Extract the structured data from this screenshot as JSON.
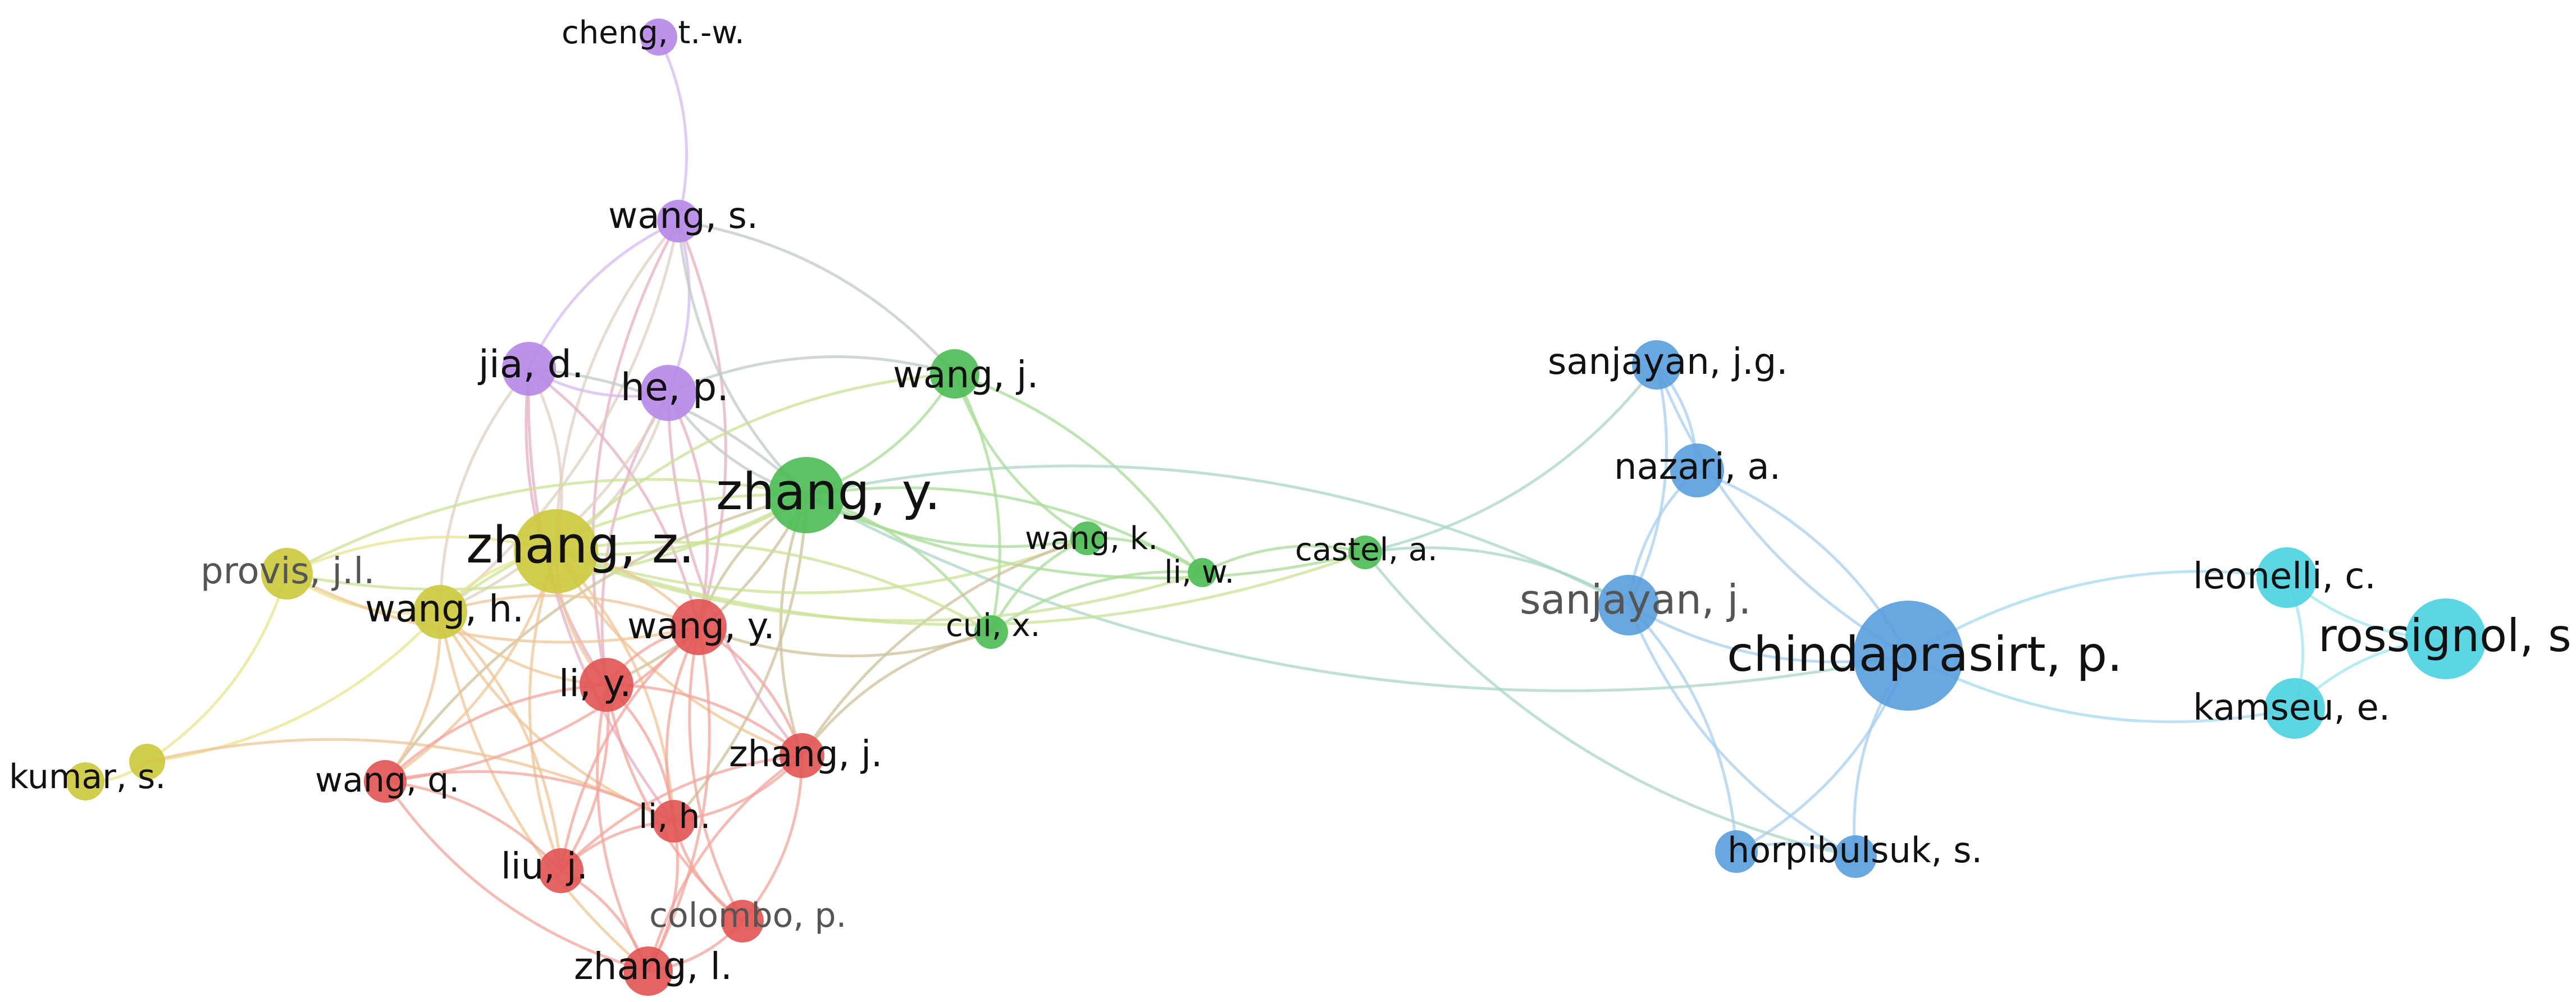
{
  "clusters": {
    "purple": "#b68ae6",
    "green": "#4fbd57",
    "yellow": "#cdc93f",
    "red": "#e25656",
    "blue": "#5b9fdc",
    "cyan": "#4fd3e1"
  },
  "edge_colors": {
    "purple": "#d7b9f0",
    "green": "#a8dc97",
    "yellow": "#e9e68f",
    "red": "#f2a49c",
    "blue": "#a9cfee",
    "cyan": "#9fe5ee"
  },
  "nodes": [
    {
      "id": "cheng_tw",
      "label": "cheng, t.-w.",
      "cluster": "purple"
    },
    {
      "id": "wang_s",
      "label": "wang, s.",
      "cluster": "purple"
    },
    {
      "id": "jia_d",
      "label": "jia, d.",
      "cluster": "purple"
    },
    {
      "id": "he_p",
      "label": "he, p.",
      "cluster": "purple"
    },
    {
      "id": "wang_j",
      "label": "wang, j.",
      "cluster": "green"
    },
    {
      "id": "zhang_y",
      "label": "zhang, y.",
      "cluster": "green"
    },
    {
      "id": "wang_k",
      "label": "wang, k.",
      "cluster": "green"
    },
    {
      "id": "li_w",
      "label": "li, w.",
      "cluster": "green"
    },
    {
      "id": "cui_x",
      "label": "cui, x.",
      "cluster": "green"
    },
    {
      "id": "castel_a",
      "label": "castel, a.",
      "cluster": "green"
    },
    {
      "id": "zhang_z",
      "label": "zhang, z.",
      "cluster": "yellow"
    },
    {
      "id": "provis_jl",
      "label": "provis, j.l.",
      "cluster": "yellow",
      "faint": true
    },
    {
      "id": "wang_h",
      "label": "wang, h.",
      "cluster": "yellow"
    },
    {
      "id": "kumar_s",
      "label": "kumar, s.",
      "cluster": "yellow"
    },
    {
      "id": "kumar_s2",
      "label": "",
      "cluster": "yellow"
    },
    {
      "id": "wang_y",
      "label": "wang, y.",
      "cluster": "red"
    },
    {
      "id": "li_y",
      "label": "li, y.",
      "cluster": "red"
    },
    {
      "id": "zhang_j",
      "label": "zhang, j.",
      "cluster": "red"
    },
    {
      "id": "wang_q",
      "label": "wang, q.",
      "cluster": "red"
    },
    {
      "id": "li_h",
      "label": "li, h.",
      "cluster": "red"
    },
    {
      "id": "liu_j",
      "label": "liu, j.",
      "cluster": "red"
    },
    {
      "id": "colombo_p",
      "label": "colombo, p.",
      "cluster": "red",
      "faint": true
    },
    {
      "id": "zhang_l",
      "label": "zhang, l.",
      "cluster": "red"
    },
    {
      "id": "sanjayan_jg",
      "label": "sanjayan, j.g.",
      "cluster": "blue"
    },
    {
      "id": "nazari_a",
      "label": "nazari, a.",
      "cluster": "blue"
    },
    {
      "id": "sanjayan_j",
      "label": "sanjayan, j.",
      "cluster": "blue",
      "faint": true
    },
    {
      "id": "chindaprasirt_p",
      "label": "chindaprasirt, p.",
      "cluster": "blue"
    },
    {
      "id": "horpibulsuk_s",
      "label": "horpibulsuk, s.",
      "cluster": "blue"
    },
    {
      "id": "horpibulsuk_s2",
      "label": "",
      "cluster": "blue"
    },
    {
      "id": "leonelli_c",
      "label": "leonelli, c.",
      "cluster": "cyan"
    },
    {
      "id": "rossignol_s",
      "label": "rossignol, s.",
      "cluster": "cyan"
    },
    {
      "id": "kamseu_e",
      "label": "kamseu, e.",
      "cluster": "cyan"
    }
  ],
  "edges": [
    [
      "cheng_tw",
      "wang_s"
    ],
    [
      "wang_s",
      "jia_d"
    ],
    [
      "wang_s",
      "he_p"
    ],
    [
      "wang_s",
      "zhang_z"
    ],
    [
      "wang_s",
      "wang_y"
    ],
    [
      "wang_s",
      "zhang_y"
    ],
    [
      "wang_s",
      "wang_j"
    ],
    [
      "wang_s",
      "li_y"
    ],
    [
      "wang_s",
      "wang_h"
    ],
    [
      "jia_d",
      "he_p"
    ],
    [
      "jia_d",
      "zhang_z"
    ],
    [
      "jia_d",
      "wang_h"
    ],
    [
      "jia_d",
      "wang_y"
    ],
    [
      "jia_d",
      "li_y"
    ],
    [
      "jia_d",
      "zhang_y"
    ],
    [
      "jia_d",
      "li_h"
    ],
    [
      "he_p",
      "zhang_z"
    ],
    [
      "he_p",
      "zhang_y"
    ],
    [
      "he_p",
      "wang_y"
    ],
    [
      "he_p",
      "li_y"
    ],
    [
      "he_p",
      "wang_h"
    ],
    [
      "he_p",
      "zhang_j"
    ],
    [
      "wang_j",
      "zhang_y"
    ],
    [
      "wang_j",
      "wang_k"
    ],
    [
      "wang_j",
      "li_w"
    ],
    [
      "wang_j",
      "zhang_z"
    ],
    [
      "wang_j",
      "cui_x"
    ],
    [
      "wang_j",
      "he_p"
    ],
    [
      "zhang_y",
      "zhang_z"
    ],
    [
      "zhang_y",
      "wang_k"
    ],
    [
      "zhang_y",
      "li_w"
    ],
    [
      "zhang_y",
      "castel_a"
    ],
    [
      "zhang_y",
      "cui_x"
    ],
    [
      "zhang_y",
      "wang_y"
    ],
    [
      "zhang_y",
      "li_y"
    ],
    [
      "zhang_y",
      "zhang_j"
    ],
    [
      "zhang_y",
      "li_h"
    ],
    [
      "zhang_y",
      "wang_h"
    ],
    [
      "zhang_y",
      "provis_jl"
    ],
    [
      "zhang_y",
      "wang_q"
    ],
    [
      "zhang_y",
      "sanjayan_j"
    ],
    [
      "zhang_y",
      "chindaprasirt_p"
    ],
    [
      "wang_k",
      "li_w"
    ],
    [
      "wang_k",
      "cui_x"
    ],
    [
      "wang_k",
      "zhang_z"
    ],
    [
      "wang_k",
      "zhang_j"
    ],
    [
      "li_w",
      "castel_a"
    ],
    [
      "li_w",
      "cui_x"
    ],
    [
      "li_w",
      "zhang_z"
    ],
    [
      "castel_a",
      "sanjayan_jg"
    ],
    [
      "castel_a",
      "sanjayan_j"
    ],
    [
      "castel_a",
      "horpibulsuk_s2"
    ],
    [
      "castel_a",
      "zhang_z"
    ],
    [
      "cui_x",
      "zhang_z"
    ],
    [
      "cui_x",
      "wang_y"
    ],
    [
      "cui_x",
      "zhang_j"
    ],
    [
      "provis_jl",
      "zhang_z"
    ],
    [
      "provis_jl",
      "wang_h"
    ],
    [
      "provis_jl",
      "kumar_s2"
    ],
    [
      "provis_jl",
      "wang_y"
    ],
    [
      "provis_jl",
      "zhang_y"
    ],
    [
      "zhang_z",
      "wang_h"
    ],
    [
      "zhang_z",
      "wang_y"
    ],
    [
      "zhang_z",
      "li_y"
    ],
    [
      "zhang_z",
      "wang_q"
    ],
    [
      "zhang_z",
      "zhang_j"
    ],
    [
      "zhang_z",
      "li_h"
    ],
    [
      "zhang_z",
      "liu_j"
    ],
    [
      "wang_h",
      "wang_y"
    ],
    [
      "wang_h",
      "li_y"
    ],
    [
      "wang_h",
      "wang_q"
    ],
    [
      "wang_h",
      "li_h"
    ],
    [
      "wang_h",
      "liu_j"
    ],
    [
      "wang_h",
      "zhang_l"
    ],
    [
      "wang_h",
      "kumar_s2"
    ],
    [
      "kumar_s",
      "kumar_s2"
    ],
    [
      "kumar_s2",
      "li_h"
    ],
    [
      "wang_y",
      "li_y"
    ],
    [
      "wang_y",
      "zhang_j"
    ],
    [
      "wang_y",
      "li_h"
    ],
    [
      "wang_y",
      "wang_q"
    ],
    [
      "wang_y",
      "liu_j"
    ],
    [
      "wang_y",
      "zhang_l"
    ],
    [
      "wang_y",
      "colombo_p"
    ],
    [
      "li_y",
      "li_h"
    ],
    [
      "li_y",
      "wang_q"
    ],
    [
      "li_y",
      "liu_j"
    ],
    [
      "li_y",
      "zhang_l"
    ],
    [
      "li_y",
      "zhang_j"
    ],
    [
      "li_y",
      "colombo_p"
    ],
    [
      "zhang_j",
      "li_h"
    ],
    [
      "zhang_j",
      "zhang_l"
    ],
    [
      "zhang_j",
      "colombo_p"
    ],
    [
      "zhang_j",
      "liu_j"
    ],
    [
      "wang_q",
      "liu_j"
    ],
    [
      "wang_q",
      "zhang_l"
    ],
    [
      "wang_q",
      "li_h"
    ],
    [
      "li_h",
      "liu_j"
    ],
    [
      "li_h",
      "zhang_l"
    ],
    [
      "li_h",
      "colombo_p"
    ],
    [
      "liu_j",
      "zhang_l"
    ],
    [
      "zhang_l",
      "colombo_p"
    ],
    [
      "sanjayan_jg",
      "nazari_a"
    ],
    [
      "sanjayan_jg",
      "chindaprasirt_p"
    ],
    [
      "sanjayan_jg",
      "sanjayan_j"
    ],
    [
      "nazari_a",
      "sanjayan_j"
    ],
    [
      "nazari_a",
      "chindaprasirt_p"
    ],
    [
      "sanjayan_j",
      "chindaprasirt_p"
    ],
    [
      "sanjayan_j",
      "horpibulsuk_s"
    ],
    [
      "sanjayan_j",
      "horpibulsuk_s2"
    ],
    [
      "chindaprasirt_p",
      "horpibulsuk_s"
    ],
    [
      "chindaprasirt_p",
      "horpibulsuk_s2"
    ],
    [
      "chindaprasirt_p",
      "leonelli_c"
    ],
    [
      "chindaprasirt_p",
      "kamseu_e"
    ],
    [
      "horpibulsuk_s",
      "horpibulsuk_s2"
    ],
    [
      "leonelli_c",
      "rossignol_s"
    ],
    [
      "leonelli_c",
      "kamseu_e"
    ],
    [
      "rossignol_s",
      "kamseu_e"
    ]
  ]
}
